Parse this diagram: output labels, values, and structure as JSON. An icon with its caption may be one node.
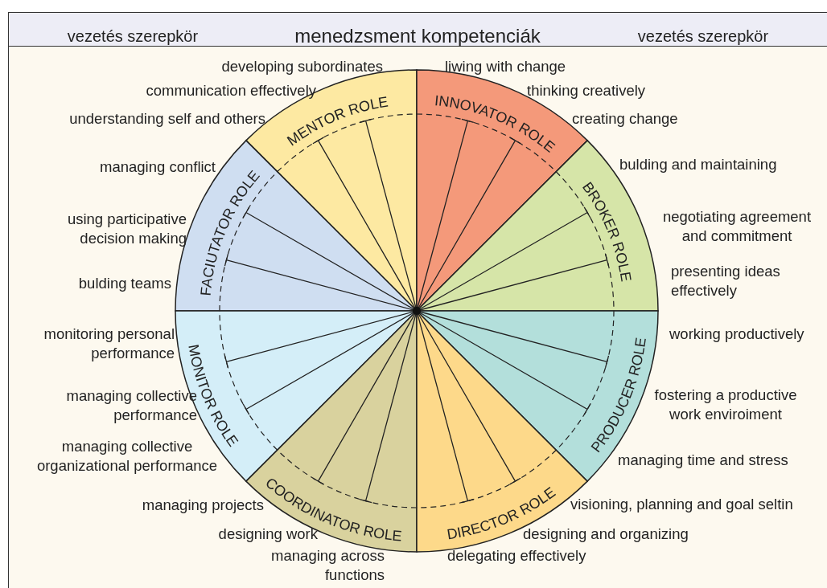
{
  "diagram": {
    "nodes": [
      {
        "text": [
          "MENTOR ROLE"
        ],
        "beside": [
          "developing subordinates",
          "communication effectively",
          "understanding self and others"
        ]
      },
      {
        "text": [
          "INNOVATOR ROLE"
        ],
        "beside": [
          "liwing with change",
          "thinking creatively",
          "creating change"
        ]
      },
      {
        "text": [
          "FACIUTATOR ROLE"
        ],
        "beside": [
          "managing conflict",
          "using participative decision making",
          "bulding teams"
        ]
      },
      {
        "text": [
          "BROKER ROLE"
        ],
        "beside": [
          "bulding and maintaining",
          "negotiating agreement and commitment",
          "presenting ideas effectively"
        ]
      },
      {
        "text": [
          "MONITOR ROLE"
        ],
        "beside": [
          "monitoring personal performance",
          "managing collective performance",
          "managing collective organizational performance"
        ]
      },
      {
        "text": [
          "PRODUCER ROLE"
        ],
        "beside": [
          "working productively",
          "fostering a productive work enviroiment",
          "managing time and stress"
        ]
      },
      {
        "text": [
          "COORDINATOR ROLE"
        ],
        "beside": [
          "managing projects",
          "designing work",
          "managing across functions"
        ]
      },
      {
        "text": [
          "DIRECTOR ROLE"
        ],
        "beside": [
          "visioning, planning and goal seltin",
          "designing and organizing",
          "delegating effectively"
        ]
      }
    ],
    "labels": [
      "vezetés szerepkör",
      "menedzsment kompetenciák",
      "vezetés szerepkör"
    ]
  }
}
